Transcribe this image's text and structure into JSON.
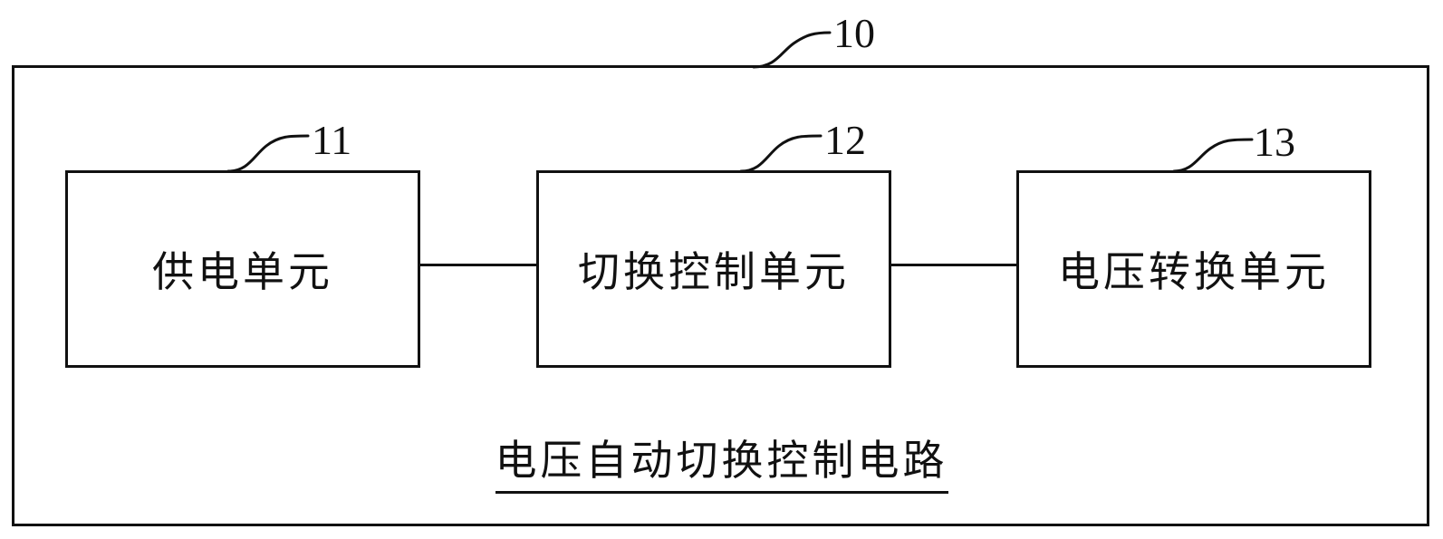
{
  "diagram": {
    "outer_ref": "10",
    "caption": "电压自动切换控制电路",
    "blocks": [
      {
        "ref": "11",
        "label": "供电单元"
      },
      {
        "ref": "12",
        "label": "切换控制单元"
      },
      {
        "ref": "13",
        "label": "电压转换单元"
      }
    ],
    "colors": {
      "line": "#111111",
      "background": "#ffffff"
    }
  }
}
